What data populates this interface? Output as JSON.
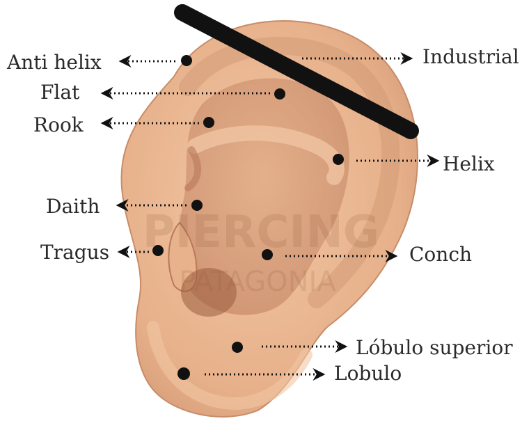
{
  "diagram": {
    "colors": {
      "skin": "#e9b48d",
      "skin_shadow": "#c98f68",
      "skin_deep": "#a96a48",
      "marker": "#111111",
      "arrow": "#111111",
      "label": "#2a2a2a"
    },
    "watermark": {
      "line1": "PIERCING",
      "line2": "PATAGONIA"
    },
    "points": [
      {
        "id": "anti-helix",
        "label": "Anti helix",
        "side": "left"
      },
      {
        "id": "flat",
        "label": "Flat",
        "side": "left"
      },
      {
        "id": "rook",
        "label": "Rook",
        "side": "left"
      },
      {
        "id": "daith",
        "label": "Daith",
        "side": "left"
      },
      {
        "id": "tragus",
        "label": "Tragus",
        "side": "left"
      },
      {
        "id": "industrial",
        "label": "Industrial",
        "side": "right"
      },
      {
        "id": "helix",
        "label": "Helix",
        "side": "right"
      },
      {
        "id": "conch",
        "label": "Conch",
        "side": "right"
      },
      {
        "id": "lobulo-superior",
        "label": "Lóbulo superior",
        "side": "right"
      },
      {
        "id": "lobulo",
        "label": "Lobulo",
        "side": "right"
      }
    ]
  }
}
